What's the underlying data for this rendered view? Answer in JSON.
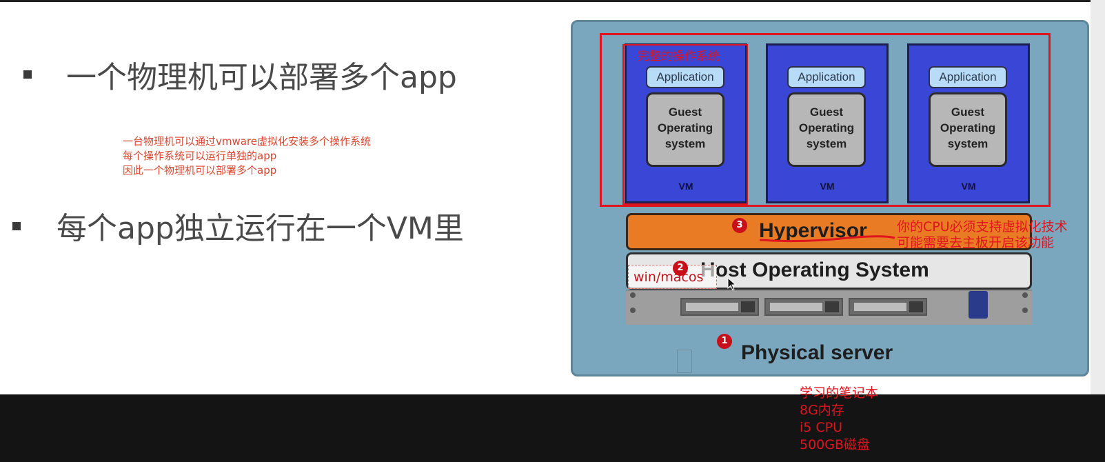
{
  "slide": {
    "bullets": [
      {
        "text": "一个物理机可以部署多个app"
      },
      {
        "text": "每个app独立运行在一个VM里"
      }
    ],
    "note_lines": [
      "一台物理机可以通过vmware虚拟化安装多个操作系统",
      "每个操作系统可以运行单独的app",
      "因此一个物理机可以部署多个app"
    ]
  },
  "diagram": {
    "vms": [
      {
        "app": "Application",
        "guest_lines": [
          "Guest",
          "Operating",
          "system"
        ],
        "label": "VM"
      },
      {
        "app": "Application",
        "guest_lines": [
          "Guest",
          "Operating",
          "system"
        ],
        "label": "VM"
      },
      {
        "app": "Application",
        "guest_lines": [
          "Guest",
          "Operating",
          "system"
        ],
        "label": "VM"
      }
    ],
    "hypervisor": "Hypervisor",
    "host_os": "Host Operating System",
    "physical_server": "Physical server"
  },
  "annotations": {
    "full_os": "完整的操作系统",
    "cpu_note": [
      "你的CPU必须支持虚拟化技术",
      "可能需要去主板开启该功能"
    ],
    "win_macos": "win/macos",
    "markers": [
      "1",
      "2",
      "3"
    ],
    "notebook": [
      "学习的笔记本",
      "8G内存",
      "i5 CPU",
      "500GB磁盘"
    ]
  },
  "colors": {
    "vm_blue": "#3a46d6",
    "hypervisor_orange": "#e87b24",
    "server_blue": "#7aa7bd",
    "annotation_red": "#e0141e"
  }
}
